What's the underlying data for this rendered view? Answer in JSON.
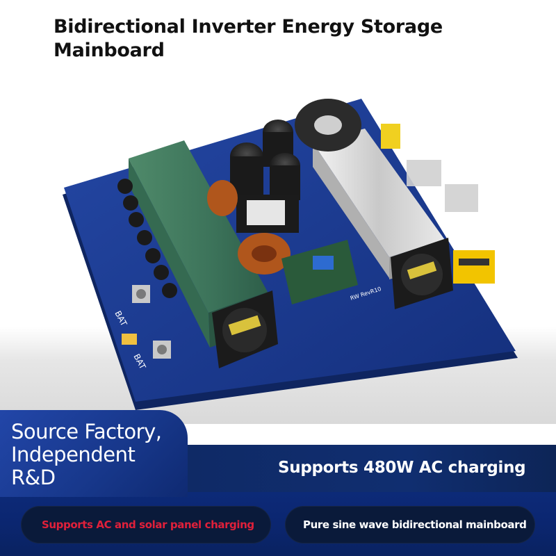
{
  "header": {
    "title": "Bidirectional Inverter Energy Storage Mainboard"
  },
  "product_image": {
    "board_color": "#1c3a8c",
    "silkscreen": {
      "bat_label_1": "BAT",
      "bat_label_2": "BAT",
      "revision_label": "RW RevR10"
    }
  },
  "banner": {
    "factory_claim": "Source Factory, Independent R&D",
    "main_feature": "Supports 480W AC charging",
    "feature_left": "Supports AC and solar panel charging",
    "feature_right": "Pure sine wave bidirectional mainboard"
  },
  "colors": {
    "banner_blue": "#102e70",
    "accent_red": "#e0203a",
    "pill_dark": "#0a1a3a"
  }
}
